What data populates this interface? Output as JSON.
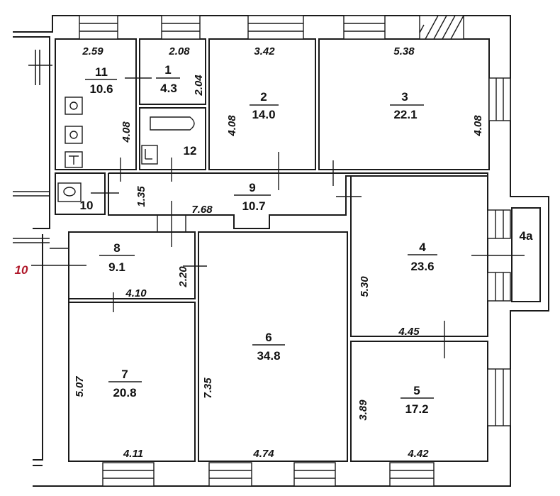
{
  "colors": {
    "paper": "#ffffff",
    "wall": "#1a1a1a",
    "ink": "#111111",
    "marker": "#b0182a"
  },
  "rooms": [
    {
      "id": "11",
      "area": "10.6"
    },
    {
      "id": "1",
      "area": "4.3"
    },
    {
      "id": "2",
      "area": "14.0"
    },
    {
      "id": "3",
      "area": "22.1"
    },
    {
      "id": "12",
      "area": ""
    },
    {
      "id": "10",
      "area": ""
    },
    {
      "id": "9",
      "area": "10.7"
    },
    {
      "id": "4",
      "area": "23.6"
    },
    {
      "id": "4a",
      "area": ""
    },
    {
      "id": "8",
      "area": "9.1"
    },
    {
      "id": "6",
      "area": "34.8"
    },
    {
      "id": "7",
      "area": "20.8"
    },
    {
      "id": "5",
      "area": "17.2"
    }
  ],
  "dimensions": [
    "2.59",
    "2.08",
    "3.42",
    "5.38",
    "2.04",
    "4.08",
    "4.08",
    "4.08",
    "1.35",
    "7.68",
    "5.30",
    "4.45",
    "2.20",
    "4.10",
    "5.07",
    "7.35",
    "3.89",
    "4.11",
    "4.74",
    "4.42"
  ],
  "marker_label": "10"
}
